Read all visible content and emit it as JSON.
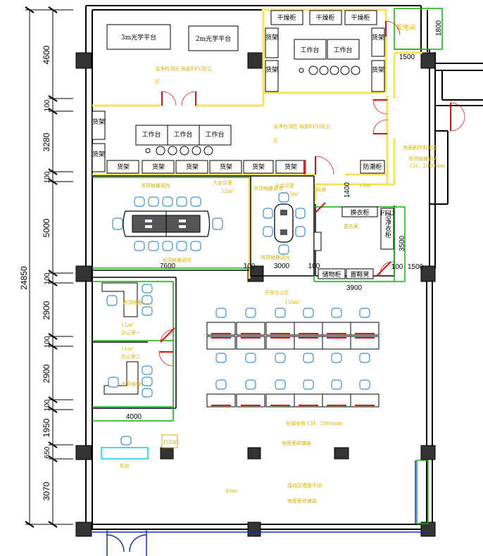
{
  "dimensions": {
    "total_height": "24850",
    "left_segments": [
      "4600",
      "100",
      "3280",
      "100",
      "5000",
      "100",
      "2900",
      "100",
      "2900",
      "100",
      "1950",
      "650",
      "3070"
    ],
    "top_right_1800": "1800",
    "top_right_1500": "1500",
    "right_1400": "1400",
    "right_3500": "3500",
    "right_1500": "1500",
    "meeting_7600": "7600",
    "meeting_100a": "100",
    "meeting_3000": "3000",
    "meeting_100b": "100",
    "meeting_100c": "100",
    "corridor_3900": "3900",
    "office_4000": "4000"
  },
  "equipment": {
    "optical_3m": "3m光学平台",
    "optical_2m": "2m光学平台",
    "dryer": "干燥柜",
    "workbench": "工作台",
    "shelf": "货架",
    "antimagnetic": "防潮柜",
    "shoe_cabinet": "换衣柜",
    "clean_cabinet": "洁净衣柜",
    "ffu": "FFU",
    "storage": "储物柜",
    "shoe_rack": "置鞋凳",
    "distribution": "配电间"
  },
  "rooms": {
    "clean_zone_a": "洁净检测区\n局部FFU防尘",
    "clean_zone_a2": "区",
    "clean_zone_b": "洁净检测区\n局部FFU防尘",
    "clean_zone_b2": "区",
    "big_meeting": "大会议室",
    "big_meeting_area": "52m²",
    "small_meeting": "小会议室",
    "small_meeting_area": "15.5m²",
    "meeting_ceiling": "吊顶格栅调光",
    "corridor": "风淋",
    "changing_area": "15m²",
    "changing": "更衣室",
    "right_zone": "地面刷环氧树脂",
    "right_zone2": "吊顶格栅调光",
    "right_zone3": "CH：2800mm",
    "office_open": "开放办公区",
    "office_open_area": "150m²",
    "office_one": "办公室一",
    "office_one_area": "12m²",
    "office_two": "办公室二",
    "office_two_area": "11m²",
    "office_ceiling": "吊顶格栅调光",
    "reception_ceiling": "轻钢龙骨\nCH：2800mm",
    "reception_ceiling2": "地面瓷砖铺装",
    "reception": "前台",
    "reception_area": "40m²",
    "lobby": "接待区墙面不动",
    "lobby2": "地面瓷砖铺装",
    "vending": "打印机"
  },
  "colors": {
    "wall": "#000000",
    "partition_yellow": "#f5e35a",
    "door_red": "#e01010",
    "furniture_blue": "#3a8fd0",
    "dim_green": "#10b010",
    "cyan": "#00d0e0",
    "glass_blue": "#1030c0"
  }
}
